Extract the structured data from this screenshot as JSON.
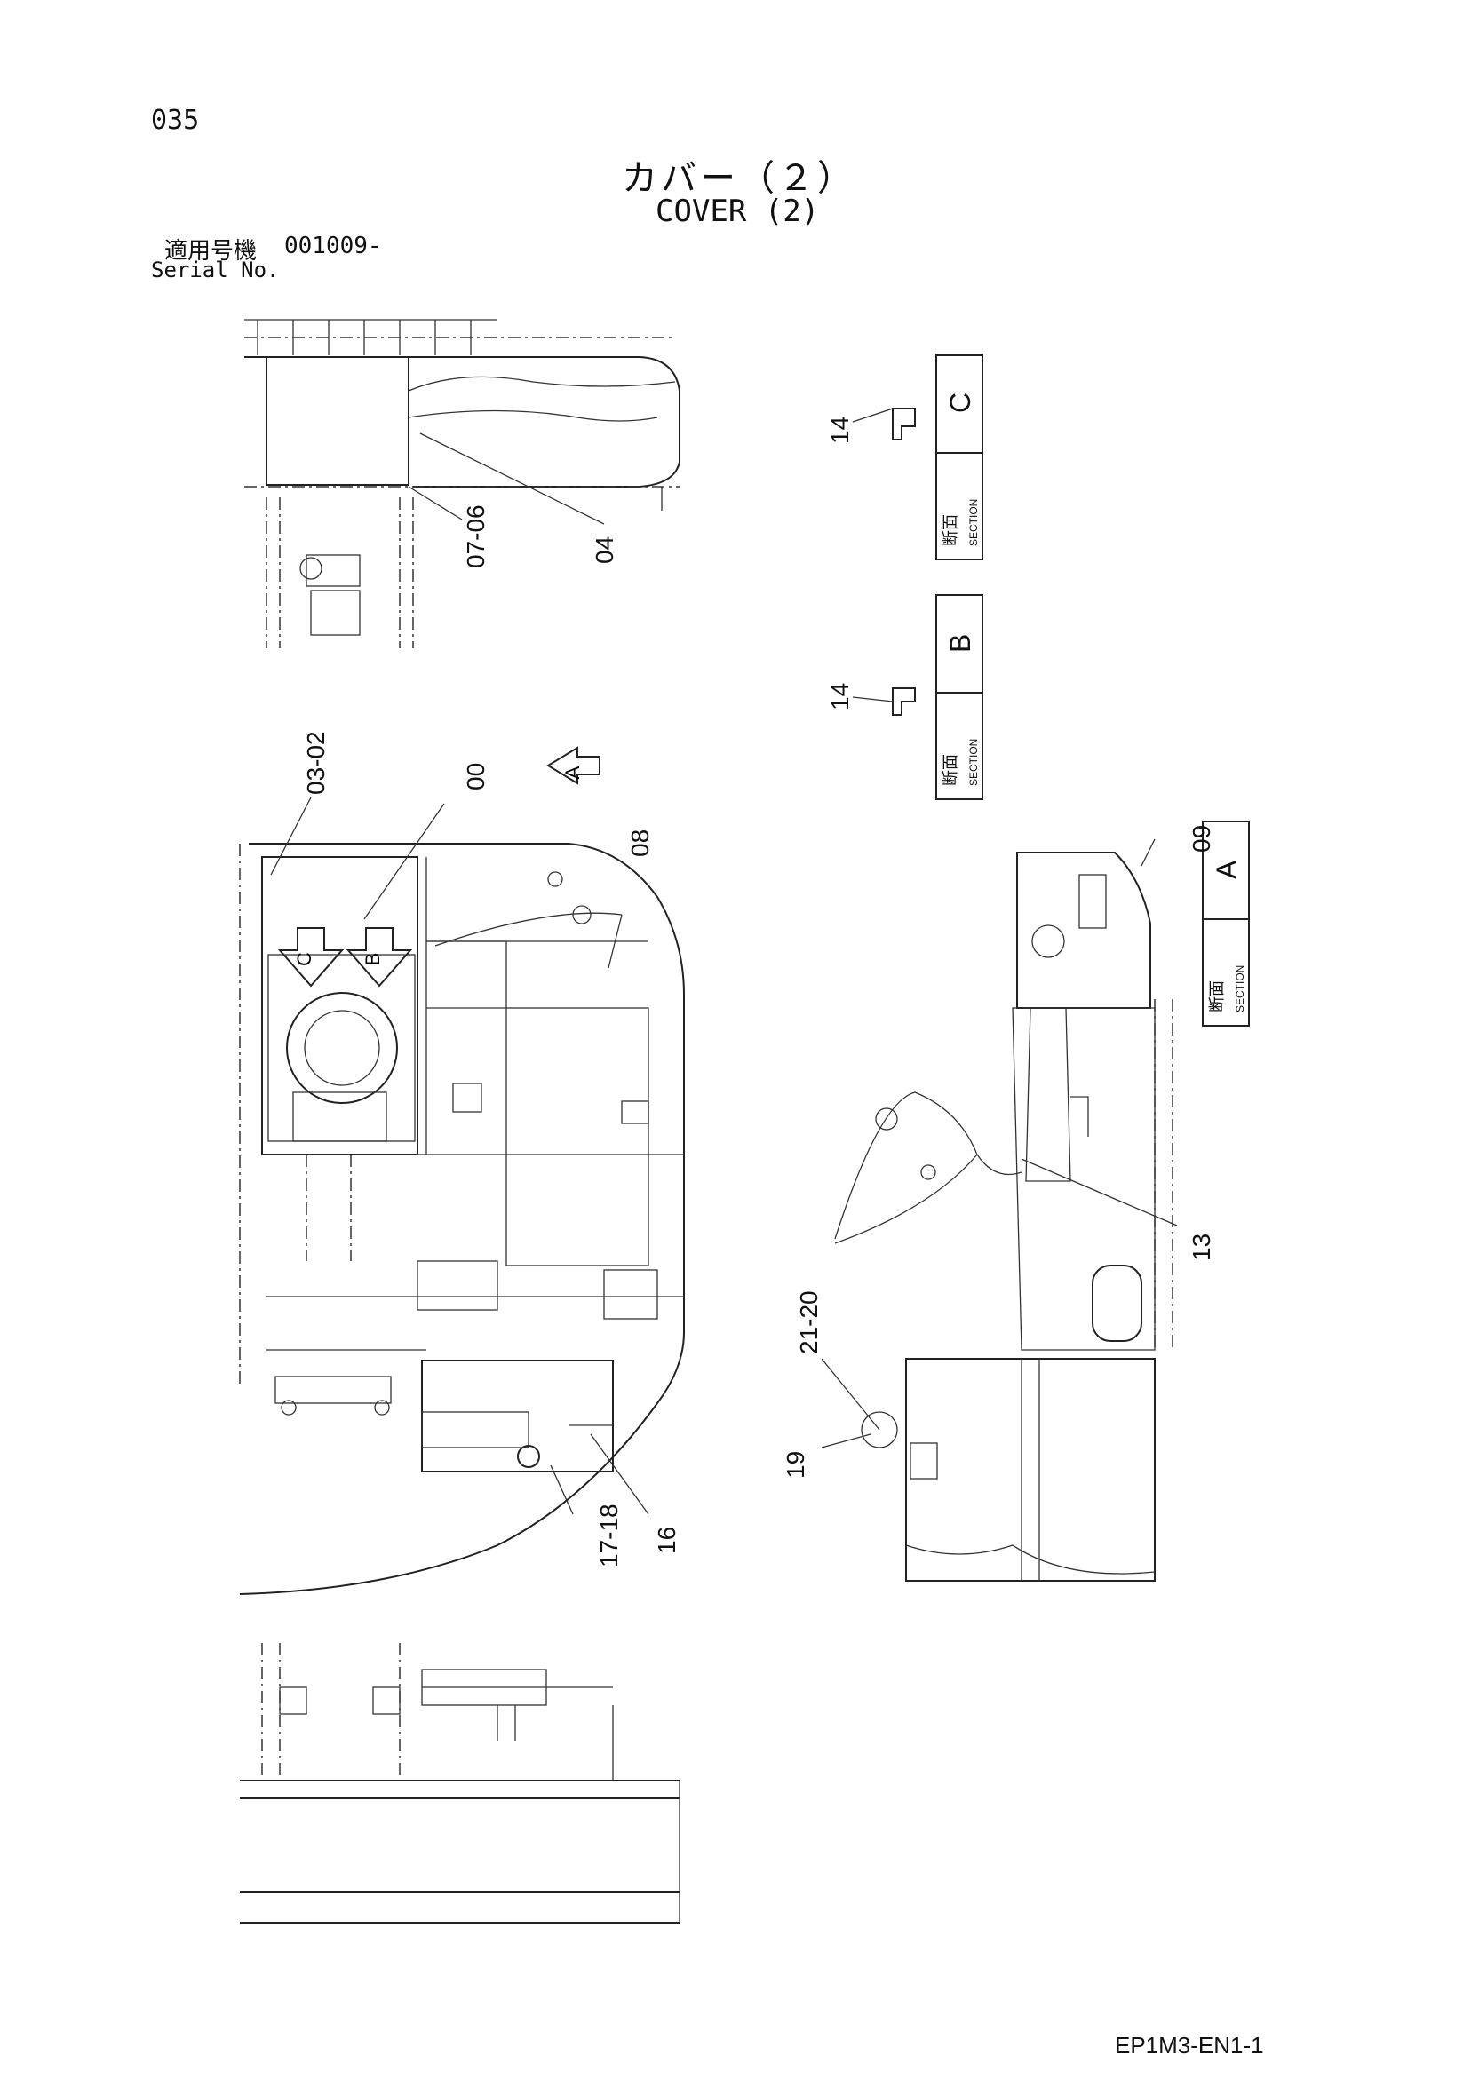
{
  "page_number": "035",
  "title_ja": "カバー（２）",
  "title_en": "COVER (2)",
  "serial_label_ja": "適用号機",
  "serial_value": "001009-",
  "serial_label_en": "Serial No.",
  "doc_code": "EP1M3-EN1-1",
  "callouts": {
    "c07_06": "07-06",
    "c04": "04",
    "c14a": "14",
    "c14b": "14",
    "c03_02": "03-02",
    "c00": "00",
    "c08": "08",
    "c09": "09",
    "c13": "13",
    "c21_20": "21-20",
    "c19": "19",
    "c17_18": "17-18",
    "c16": "16"
  },
  "sections": {
    "c": {
      "kanji": "断面",
      "word": "SECTION",
      "letter": "C"
    },
    "b": {
      "kanji": "断面",
      "word": "SECTION",
      "letter": "B"
    },
    "a": {
      "kanji": "断面",
      "word": "SECTION",
      "letter": "A"
    }
  },
  "view_arrows": {
    "a": "A",
    "c": "C",
    "b": "B"
  }
}
